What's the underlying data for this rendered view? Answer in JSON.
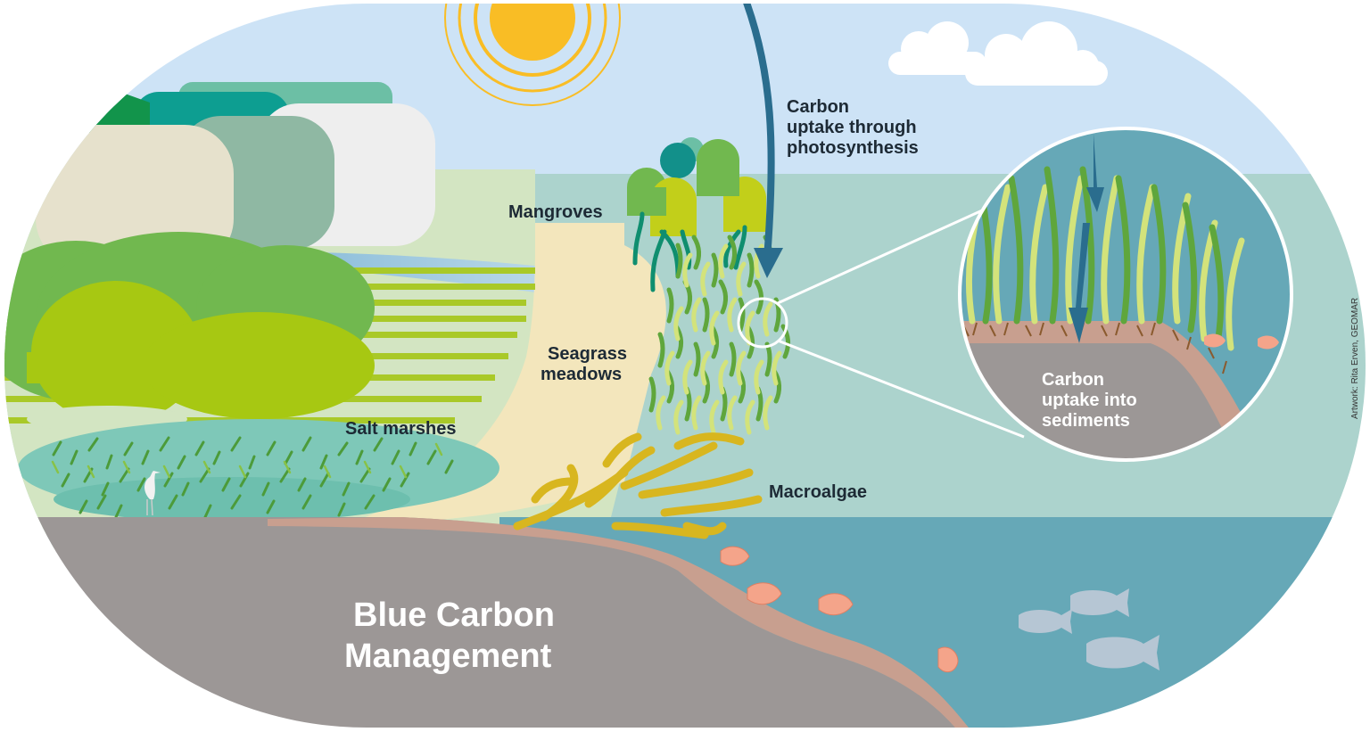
{
  "title": {
    "line1": "Blue Carbon",
    "line2": "Management"
  },
  "labels": {
    "mangroves": "Mangroves",
    "seagrass_line1": "Seagrass",
    "seagrass_line2": "meadows",
    "salt_marshes": "Salt marshes",
    "macroalgae": "Macroalgae",
    "photosynthesis_line1": "Carbon",
    "photosynthesis_line2": "uptake through",
    "photosynthesis_line3": "photosynthesis",
    "sediment_line1": "Carbon",
    "sediment_line2": "uptake into",
    "sediment_line3": "sediments"
  },
  "credit": "Artwork: Rita Erven, GEOMAR",
  "colors": {
    "sky": "#cde3f6",
    "sea": "#acd3cd",
    "deep_sea": "#66a8b7",
    "seafloor": "#9c9796",
    "sediment": "#c89f8f",
    "sun": "#f9bd25",
    "arrow": "#2a6d8e",
    "seagrass_dark": "#5fa63c",
    "seagrass_light": "#d3e37b",
    "macroalgae": "#d8b61f",
    "sand": "#f3e6bc",
    "salt_marsh_water": "#7ec8b8"
  }
}
